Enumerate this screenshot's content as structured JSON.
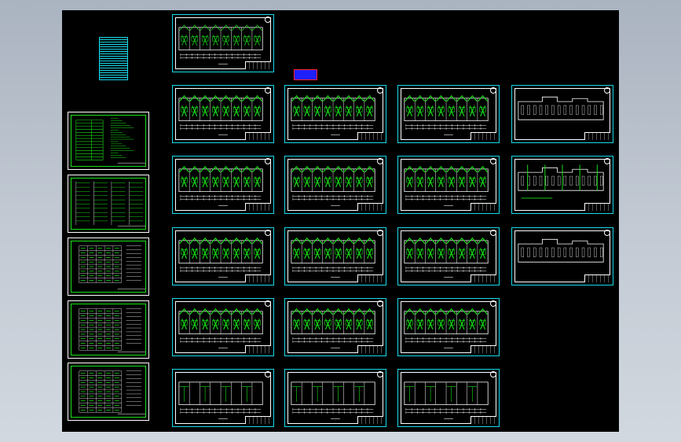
{
  "viewer": {
    "background_colors": [
      "#aab3c0",
      "#d2d8df"
    ],
    "canvas_color": "#000000"
  },
  "colors": {
    "frame": "#18d8e8",
    "detail": "#18e018",
    "outline": "#ffffff",
    "stamp_fill": "#2020ff",
    "stamp_border": "#ff2020"
  },
  "sheets": {
    "top_plan": "drawing-sheet",
    "plan_grid_count": 17,
    "elevation_count": 3,
    "schedule_count": 5
  }
}
